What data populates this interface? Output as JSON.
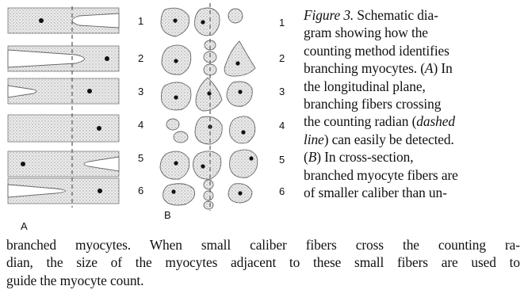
{
  "figure": {
    "panel_a": {
      "label": "A",
      "rows": [
        "1",
        "2",
        "3",
        "4",
        "5",
        "6"
      ]
    },
    "panel_b": {
      "label": "B",
      "rows": [
        "1",
        "2",
        "3",
        "4",
        "5",
        "6"
      ]
    }
  },
  "caption": {
    "figure_label": "Figure 3.",
    "side_lines": [
      " Schematic dia-",
      "gram showing how the",
      "counting method identifies",
      "branching myocytes. (",
      "A",
      ") In",
      "the longitudinal plane,",
      "branching fibers crossing",
      "the counting radian (",
      "dashed",
      "line",
      ") can easily be detected.",
      "(",
      "B",
      ") In cross-section,",
      "branched myocyte fibers are",
      "of smaller caliber than un-"
    ],
    "bottom_lines": [
      "branched myocytes. When small caliber fibers cross the counting ra-",
      "dian, the size of the myocytes adjacent to these small fibers are used to",
      "guide the myocyte count."
    ]
  }
}
